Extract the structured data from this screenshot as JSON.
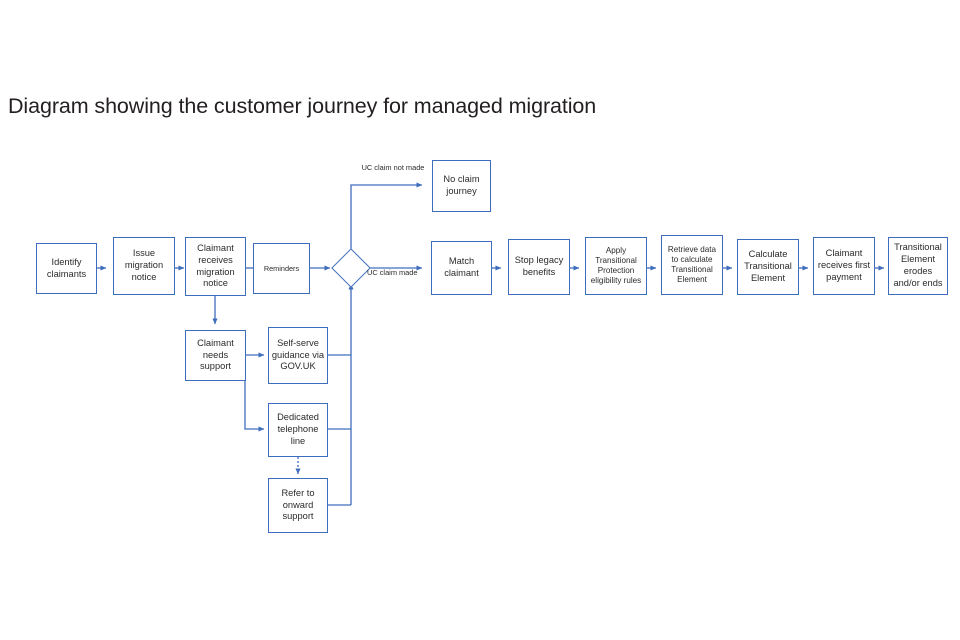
{
  "title": "Diagram showing the customer journey for managed migration",
  "colors": {
    "box_border": "#3f6dbd",
    "connector": "#3f6dbd",
    "text": "#2b2b2b",
    "title_text": "#231f20",
    "background": "#ffffff"
  },
  "nodes": {
    "identify_claimants": "Identify claimants",
    "issue_migration_notice": "Issue migration notice",
    "claimant_receives_migration_notice": "Claimant receives migration notice",
    "reminders": "Reminders",
    "decision": "",
    "no_claim_journey": "No claim journey",
    "match_claimant": "Match claimant",
    "stop_legacy_benefits": "Stop legacy benefits",
    "apply_transitional_protection": "Apply Transitional Protection eligibility rules",
    "retrieve_data": "Retrieve data to calculate Transitional Element",
    "calculate_transitional_element": "Calculate Transitional Element",
    "claimant_receives_first_payment": "Claimant receives first payment",
    "transitional_element_erodes": "Transitional Element erodes and/or ends",
    "claimant_needs_support": "Claimant needs support",
    "self_serve_guidance": "Self-serve guidance via GOV.UK",
    "dedicated_telephone_line": "Dedicated telephone line",
    "refer_to_onward_support": "Refer to onward support"
  },
  "edge_labels": {
    "uc_claim_not_made": "UC claim not made",
    "uc_claim_made": "UC claim made"
  }
}
